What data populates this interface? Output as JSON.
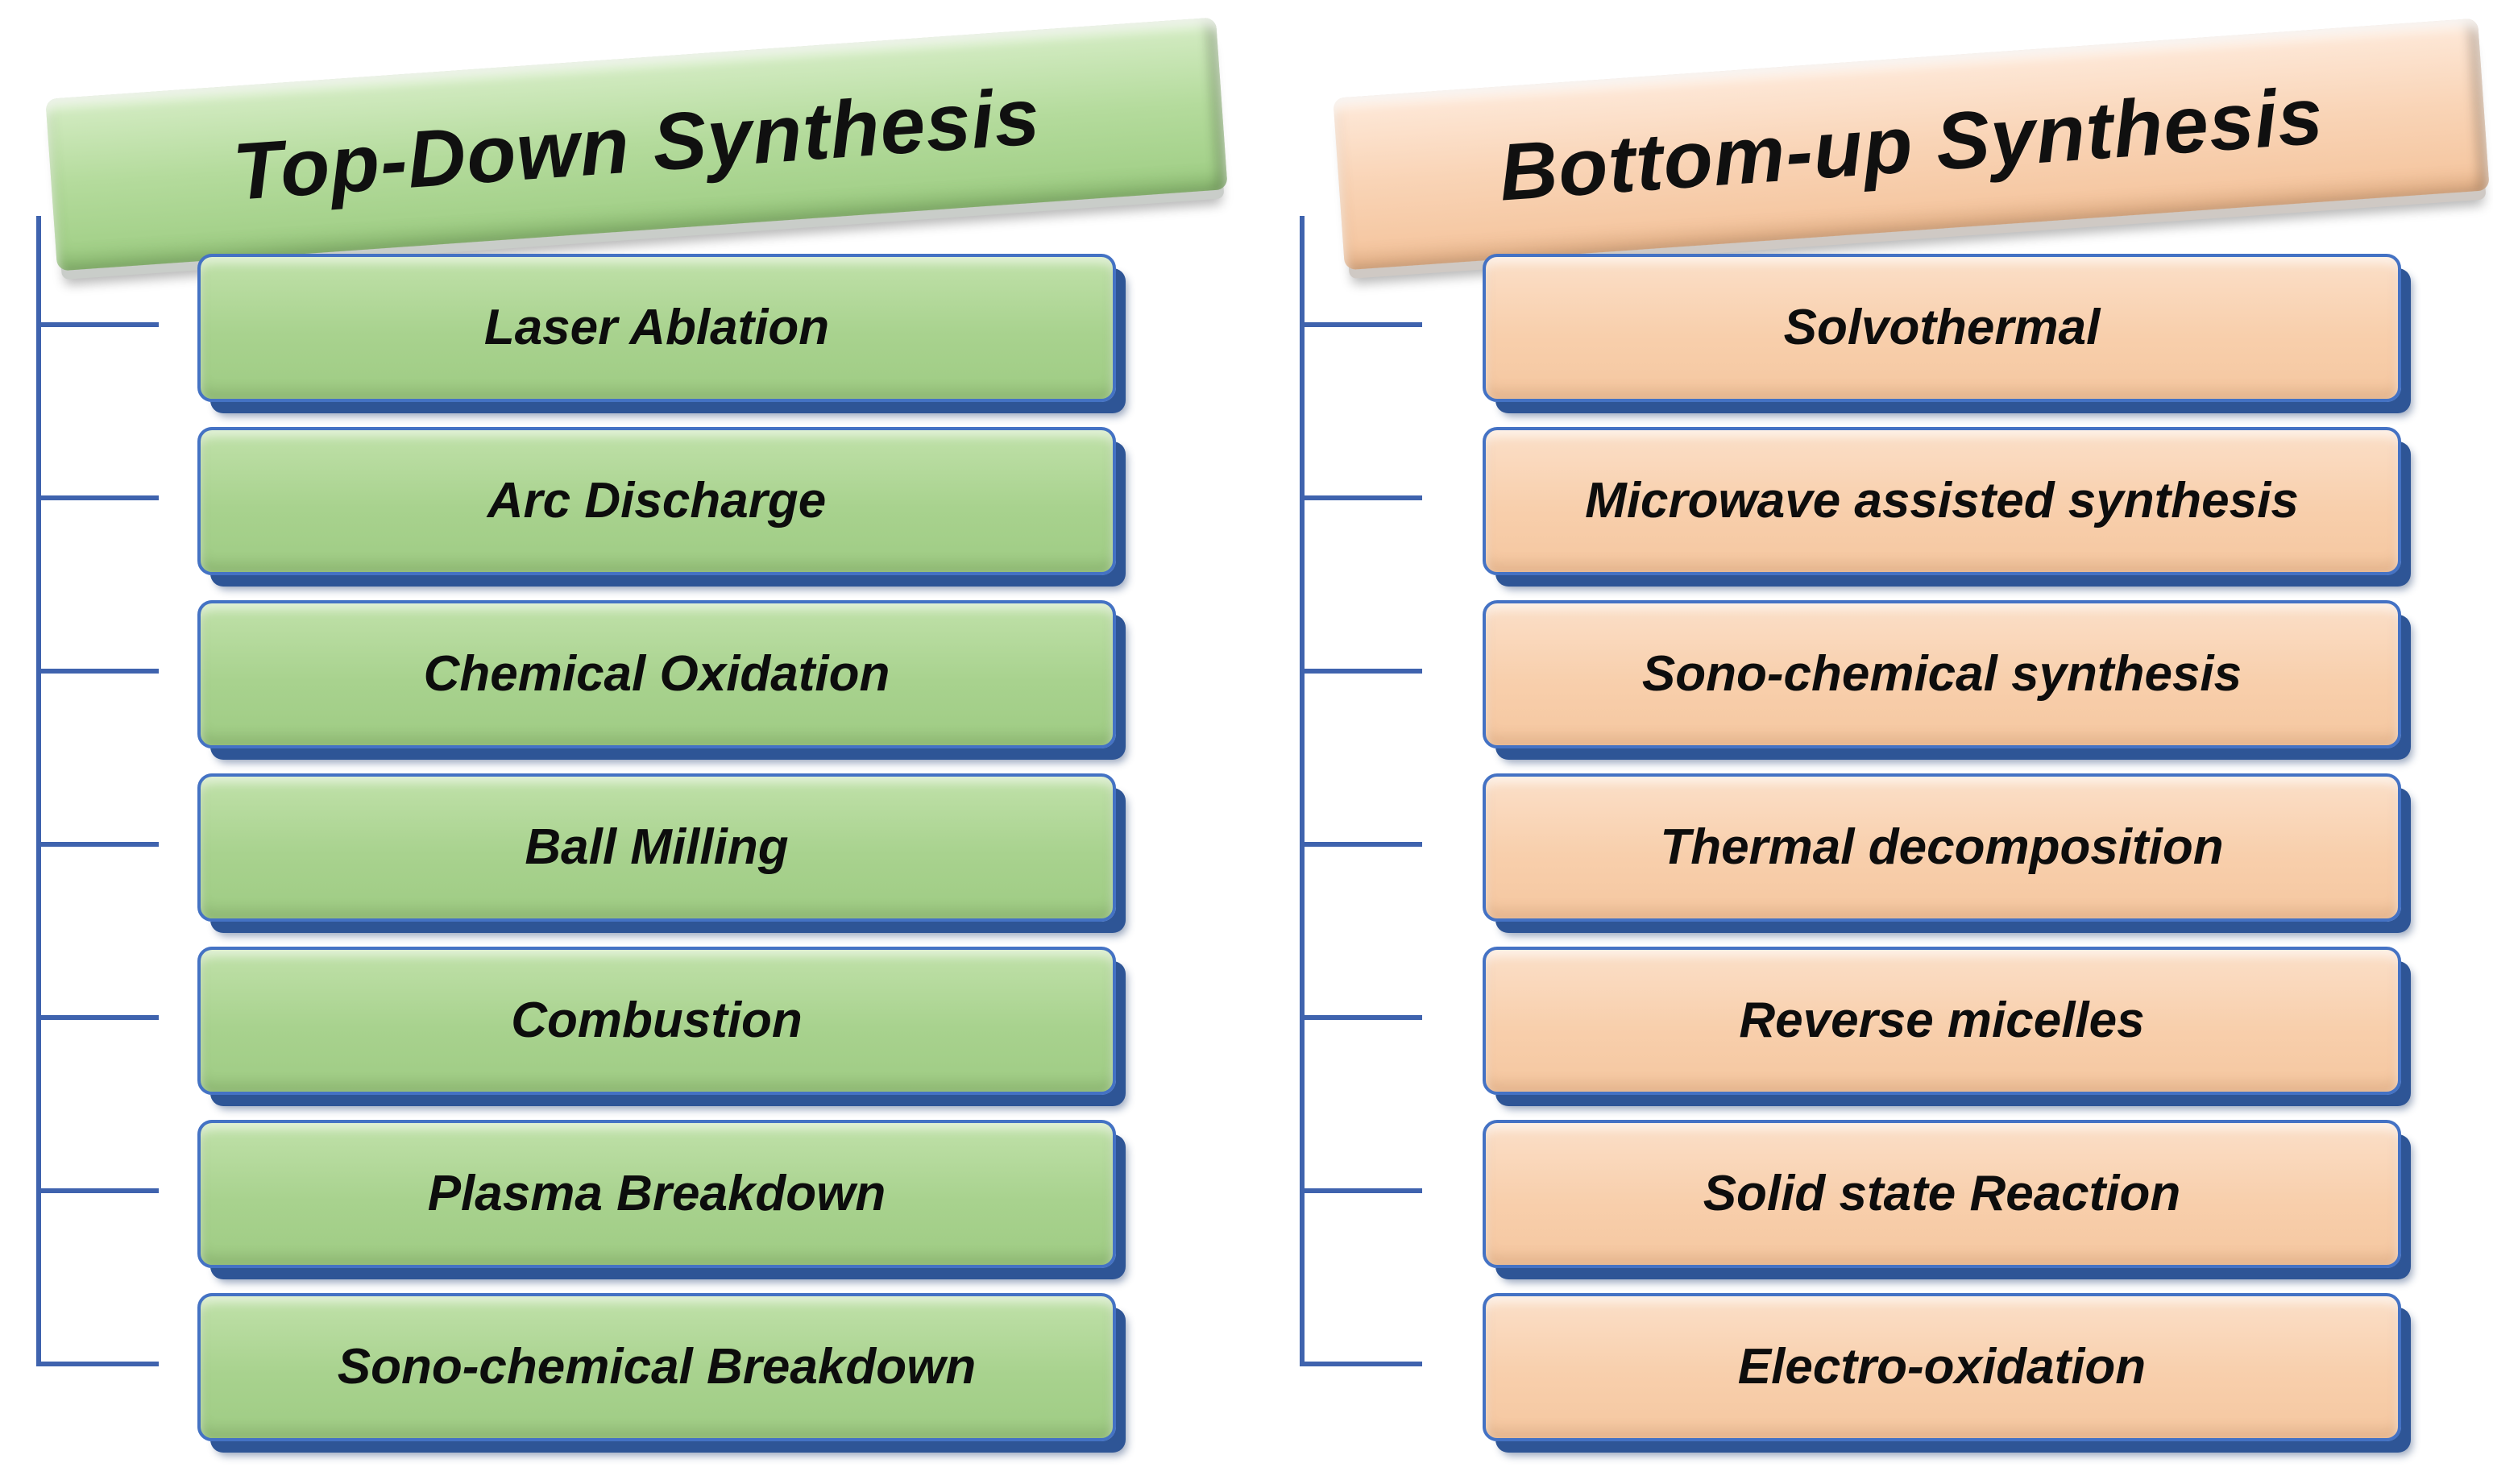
{
  "page": {
    "background": "#ffffff"
  },
  "left_panel": {
    "title": "Top-Down Synthesis",
    "items": [
      "Laser Ablation",
      "Arc Discharge",
      "Chemical Oxidation",
      "Ball Milling",
      "Combustion",
      "Plasma Breakdown",
      "Sono-chemical Breakdown"
    ],
    "theme": {
      "face": "#a8d28e",
      "banner": "#b4db9c"
    }
  },
  "right_panel": {
    "title": "Bottom-up Synthesis",
    "items": [
      "Solvothermal",
      "Microwave assisted synthesis",
      "Sono-chemical synthesis",
      "Thermal decomposition",
      "Reverse micelles",
      "Solid state Reaction",
      "Electro-oxidation"
    ],
    "theme": {
      "face": "#f8cfac",
      "banner": "#f9d4b6"
    }
  },
  "shared_colors": {
    "box_border": "#4472c4",
    "box_extrusion": "#2e5596",
    "connector_line": "#3f63ae",
    "text": "#0d0d0d"
  }
}
